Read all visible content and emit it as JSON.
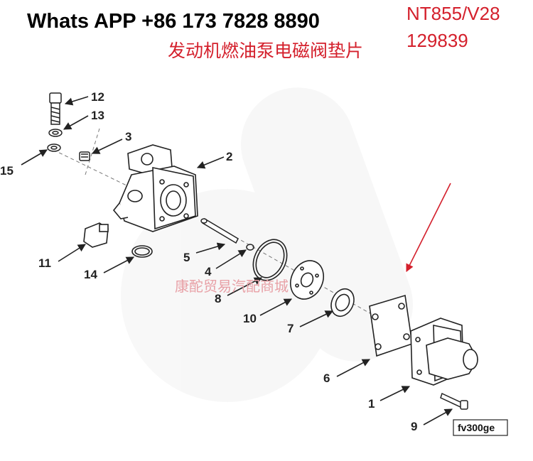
{
  "header": {
    "contact": "Whats APP +86 173 7828 8890",
    "model": "NT855/V28",
    "part_number": "129839",
    "title_cn": "发动机燃油泵电磁阀垫片",
    "corner_mark": ")"
  },
  "diagram": {
    "figure_id": "fv300ge",
    "watermark_cn": "康酡贸易汽配商城",
    "callouts": [
      "12",
      "13",
      "3",
      "15",
      "2",
      "11",
      "5",
      "14",
      "4",
      "8",
      "10",
      "7",
      "6",
      "1",
      "9"
    ]
  },
  "colors": {
    "accent_red": "#d4202c",
    "line": "#222222"
  }
}
